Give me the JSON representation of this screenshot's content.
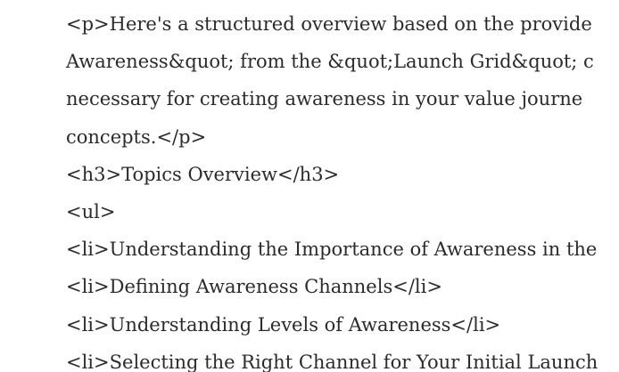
{
  "document": {
    "lines": [
      "<p>Here's a structured overview based on the provide",
      "Awareness&quot; from the &quot;Launch Grid&quot; c",
      "necessary for creating awareness in your value journe",
      "concepts.</p>",
      "<h3>Topics Overview</h3>",
      "<ul>",
      "<li>Understanding the Importance of Awareness in the",
      "<li>Defining Awareness Channels</li>",
      "<li>Understanding Levels of Awareness</li>",
      "<li>Selecting the Right Channel for Your Initial Launch"
    ]
  }
}
